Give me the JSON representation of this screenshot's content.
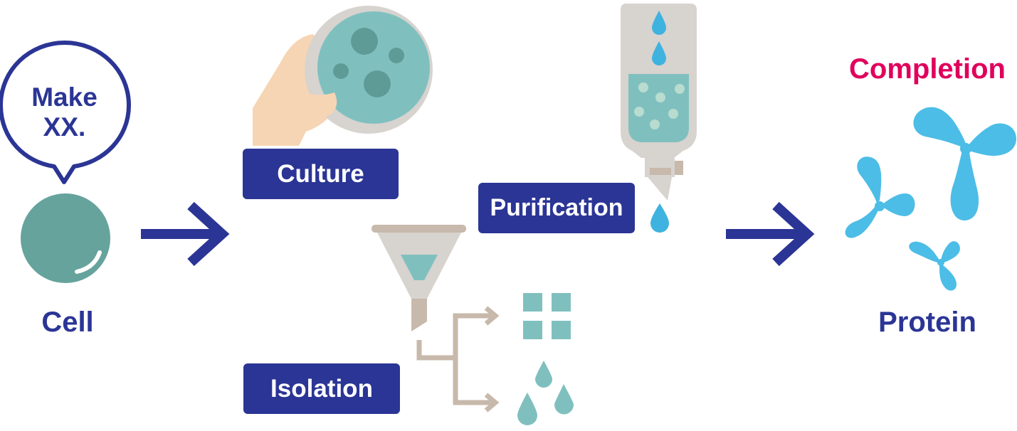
{
  "speech_bubble": {
    "line1": "Make",
    "line2": "XX."
  },
  "cell_label": "Cell",
  "steps": {
    "culture": "Culture",
    "purification": "Purification",
    "isolation": "Isolation"
  },
  "completion_label": "Completion",
  "protein_label": "Protein",
  "colors": {
    "navy": "#2b3595",
    "cell_green": "#66a39d",
    "teal_light": "#7fc0bf",
    "teal_dark": "#5f9b96",
    "skin": "#f6d5b4",
    "grey": "#d7d3cf",
    "grey_dark": "#c7b9ab",
    "water_blue": "#3fb3df",
    "protein_blue": "#4cbde6",
    "magenta": "#e0005c"
  }
}
